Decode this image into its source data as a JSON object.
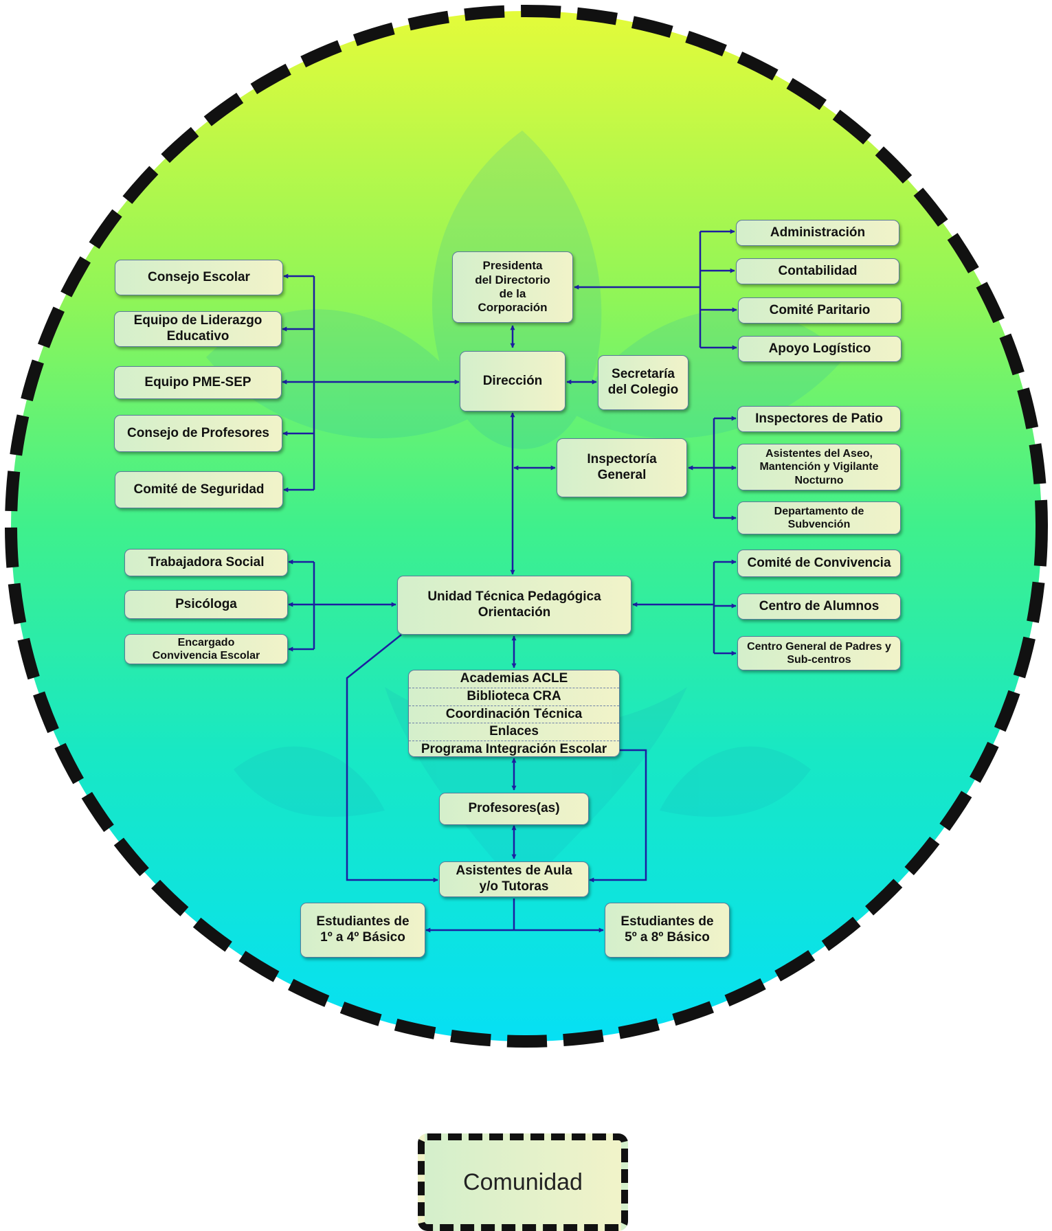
{
  "nodes": {
    "presidenta": [
      "Presidenta",
      "del Directorio",
      "de la",
      "Corporación"
    ],
    "direccion": "Dirección",
    "secretaria": [
      "Secretaría",
      "del Colegio"
    ],
    "inspectoria": [
      "Inspectoría",
      "General"
    ],
    "utp": [
      "Unidad Técnica Pedagógica",
      "Orientación"
    ],
    "profesores": "Profesores(as)",
    "asistentes_aula": [
      "Asistentes de Aula",
      "y/o Tutoras"
    ],
    "estudiantes_1_4": [
      "Estudiantes de",
      "1º a 4º Básico"
    ],
    "estudiantes_5_8": [
      "Estudiantes de",
      "5º a 8º Básico"
    ]
  },
  "academic_stack": [
    "Academias ACLE",
    "Biblioteca CRA",
    "Coordinación Técnica",
    "Enlaces",
    "Programa Integración Escolar"
  ],
  "left_upper": [
    "Consejo Escolar",
    "Equipo de Liderazgo Educativo",
    "Equipo PME-SEP",
    "Consejo de Profesores",
    "Comité de Seguridad"
  ],
  "left_lower": [
    "Trabajadora Social",
    "Psicóloga",
    "Encargado Convivencia Escolar"
  ],
  "right_upper": [
    "Administración",
    "Contabilidad",
    "Comité Paritario",
    "Apoyo Logístico"
  ],
  "right_middle": [
    "Inspectores de Patio",
    "Asistentes del Aseo, Mantención y Vigilante Nocturno",
    "Departamento de Subvención"
  ],
  "right_lower": [
    "Comité de Convivencia",
    "Centro de Alumnos",
    "Centro General de Padres y Sub-centros"
  ],
  "legend": {
    "label": "Comunidad"
  },
  "colors": {
    "circle_top": "#e4fb3a",
    "circle_mid": "#3ff08c",
    "circle_bottom": "#08e2f2",
    "arrow": "#1c1ea0",
    "node_fill_left": "#d4efcb",
    "node_fill_right": "#f1f3c9",
    "dash": "#111111"
  }
}
